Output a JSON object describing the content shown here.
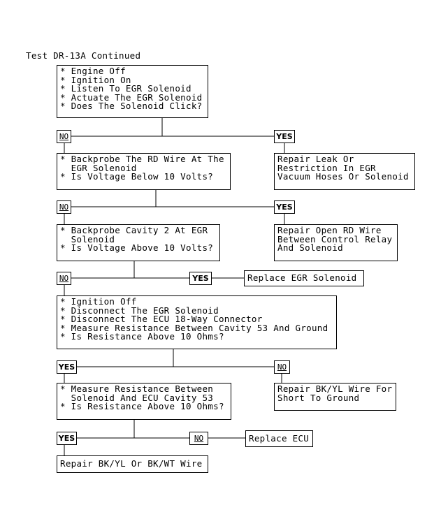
{
  "title": "Test DR-13A Continued",
  "boxes": {
    "b1": [
      "* Engine Off",
      "* Ignition On",
      "* Listen To EGR Solenoid",
      "* Actuate The EGR Solenoid",
      "* Does The Solenoid Click?"
    ],
    "b2": [
      "* Backprobe The RD Wire At The",
      "  EGR Solenoid",
      "* Is Voltage Below 10 Volts?"
    ],
    "b3": [
      "Repair Leak Or",
      "Restriction In EGR",
      "Vacuum Hoses Or Solenoid"
    ],
    "b4": [
      "* Backprobe Cavity 2 At EGR",
      "  Solenoid",
      "* Is Voltage Above 10 Volts?"
    ],
    "b5": [
      "Repair Open RD Wire",
      "Between Control Relay",
      "And Solenoid"
    ],
    "b6": [
      "Replace EGR Solenoid"
    ],
    "b7": [
      "* Ignition Off",
      "* Disconnect The EGR Solenoid",
      "* Disconnect The ECU 18-Way Connector",
      "* Measure Resistance Between Cavity 53 And Ground",
      "* Is Resistance Above 10 Ohms?"
    ],
    "b8": [
      "* Measure Resistance Between",
      "  Solenoid And ECU Cavity 53",
      "* Is Resistance Above 10 Ohms?"
    ],
    "b9": [
      "Repair BK/YL Wire For",
      "Short To Ground"
    ],
    "b10": [
      "Replace ECU"
    ],
    "b11": [
      "Repair BK/YL Or BK/WT Wire"
    ]
  },
  "labels": {
    "no": "NO",
    "yes": "YES"
  }
}
